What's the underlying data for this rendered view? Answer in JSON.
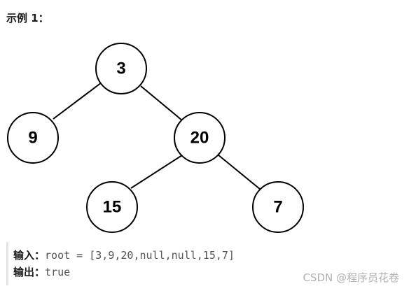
{
  "title": "示例 1：",
  "tree": {
    "nodes": [
      {
        "id": "n3",
        "label": "3"
      },
      {
        "id": "n9",
        "label": "9"
      },
      {
        "id": "n20",
        "label": "20"
      },
      {
        "id": "n15",
        "label": "15"
      },
      {
        "id": "n7",
        "label": "7"
      }
    ],
    "edges": [
      {
        "from": "n3",
        "to": "n9"
      },
      {
        "from": "n3",
        "to": "n20"
      },
      {
        "from": "n20",
        "to": "n15"
      },
      {
        "from": "n20",
        "to": "n7"
      }
    ]
  },
  "example": {
    "input_label": "输入：",
    "input_value": "root = [3,9,20,null,null,15,7]",
    "output_label": "输出：",
    "output_value": "true"
  },
  "watermark": "CSDN @程序员花卷"
}
